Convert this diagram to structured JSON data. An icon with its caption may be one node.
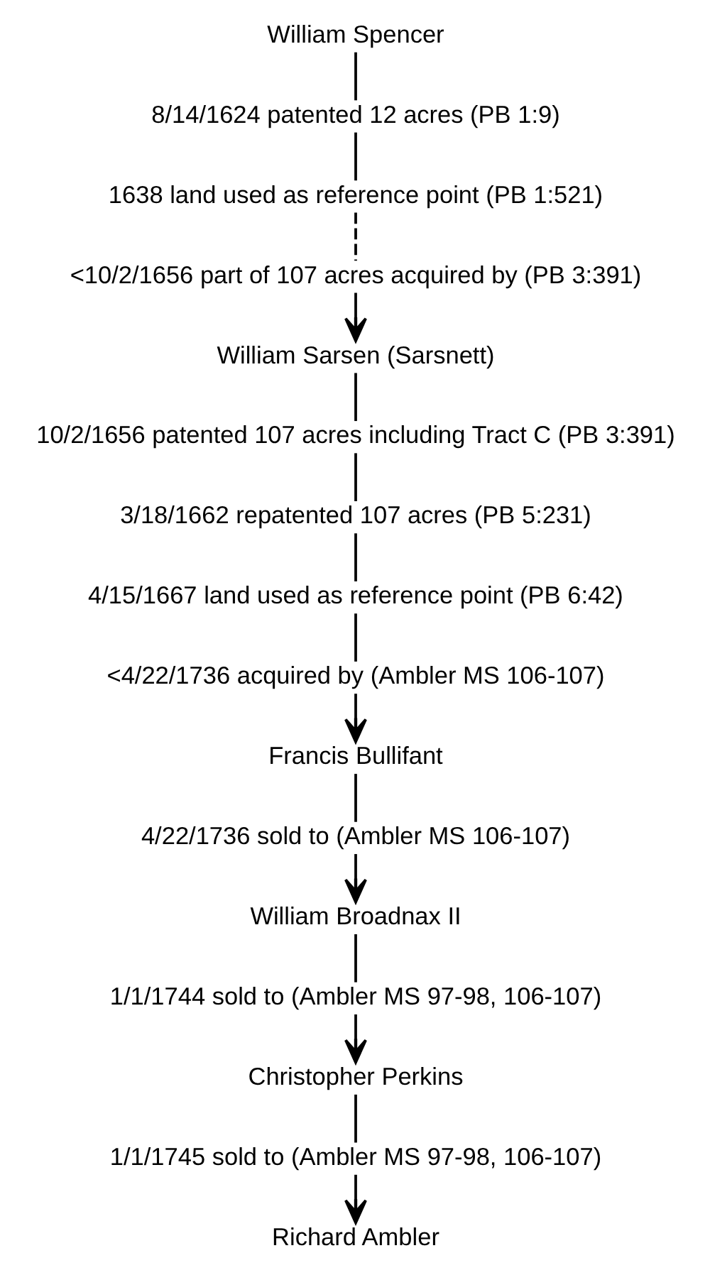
{
  "diagram": {
    "nodes": [
      {
        "text": [
          "William Spencer"
        ]
      },
      {
        "text": [
          "8/14/1624 patented 12 acres (PB 1:9)"
        ]
      },
      {
        "text": [
          "1638 land used as reference point (PB 1:521)"
        ]
      },
      {
        "text": [
          "<10/2/1656 part of 107 acres acquired by (PB 3:391)"
        ]
      },
      {
        "text": [
          "William Sarsen (Sarsnett)"
        ]
      },
      {
        "text": [
          "10/2/1656 patented 107 acres including Tract C (PB 3:391)"
        ]
      },
      {
        "text": [
          "3/18/1662 repatented 107 acres (PB 5:231)"
        ]
      },
      {
        "text": [
          "4/15/1667 land used as reference point (PB 6:42)"
        ]
      },
      {
        "text": [
          "<4/22/1736 acquired by (Ambler MS 106-107)"
        ]
      },
      {
        "text": [
          "Francis Bullifant"
        ]
      },
      {
        "text": [
          "4/22/1736 sold to (Ambler MS 106-107)"
        ]
      },
      {
        "text": [
          "William Broadnax II"
        ]
      },
      {
        "text": [
          "1/1/1744 sold to (Ambler MS 97-98, 106-107)"
        ]
      },
      {
        "text": [
          "Christopher Perkins"
        ]
      },
      {
        "text": [
          "1/1/1745 sold to (Ambler MS 97-98, 106-107)"
        ]
      },
      {
        "text": [
          "Richard Ambler"
        ]
      }
    ],
    "edges": [
      {
        "from": 0,
        "to": 1,
        "arrow": "none"
      },
      {
        "from": 1,
        "to": 2,
        "arrow": "none"
      },
      {
        "from": 2,
        "to": 3,
        "arrow": "none",
        "style": "dashed"
      },
      {
        "from": 3,
        "to": 4,
        "arrow": "to"
      },
      {
        "from": 4,
        "to": 5,
        "arrow": "none"
      },
      {
        "from": 5,
        "to": 6,
        "arrow": "none"
      },
      {
        "from": 6,
        "to": 7,
        "arrow": "none"
      },
      {
        "from": 7,
        "to": 8,
        "arrow": "none"
      },
      {
        "from": 8,
        "to": 9,
        "arrow": "to"
      },
      {
        "from": 9,
        "to": 10,
        "arrow": "none"
      },
      {
        "from": 10,
        "to": 11,
        "arrow": "to"
      },
      {
        "from": 11,
        "to": 12,
        "arrow": "none"
      },
      {
        "from": 12,
        "to": 13,
        "arrow": "to"
      },
      {
        "from": 13,
        "to": 14,
        "arrow": "none"
      },
      {
        "from": 14,
        "to": 15,
        "arrow": "to"
      }
    ]
  }
}
